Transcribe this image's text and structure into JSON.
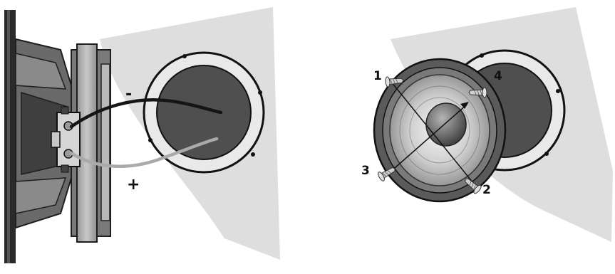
{
  "labels": {
    "minus": "-",
    "plus": "+",
    "n1": "1",
    "n2": "2",
    "n3": "3",
    "n4": "4"
  },
  "colors": {
    "panel": "#dedede",
    "cutout_dark": "#4f4f4f",
    "ring": "#e6e6e6",
    "wire_negative": "#1a1a1a",
    "wire_positive": "#b0b0b0",
    "basket": "#6a6a6a"
  },
  "icons": [
    "speaker-side-view",
    "speaker-front-view",
    "screw-icon",
    "insertion-arrow-icon"
  ]
}
